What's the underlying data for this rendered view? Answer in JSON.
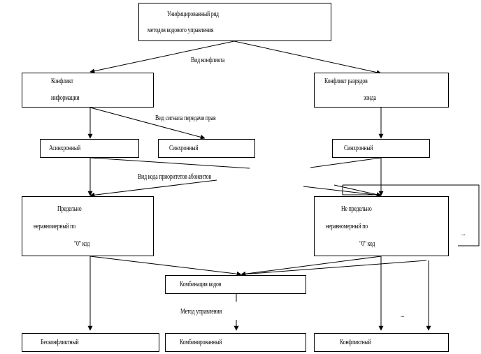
{
  "nodes": {
    "unified": {
      "line1": "Унифицированный ряд",
      "line2": "методов кодового управления"
    },
    "conflict_info": {
      "line1": "Конфликт",
      "line2": "информации"
    },
    "conflict_bits": {
      "line1": "Конфликт разрядов",
      "line2": "зонда"
    },
    "async": {
      "label": "Асинхронный"
    },
    "sync_mid": {
      "label": "Синхронный"
    },
    "sync_right": {
      "label": "Синхронный"
    },
    "limit_left": {
      "line1": "Предельно",
      "line2": "неравномерный по",
      "line3": "\"0\" код"
    },
    "limit_right": {
      "line1": "Не предельно",
      "line2": "неравномерный по",
      "line3": "\"0\" код"
    },
    "combo_codes": {
      "label": "Комбинация кодов"
    },
    "conflictless": {
      "label": "Бесконфликтный"
    },
    "combined": {
      "label": "Комбинированный"
    },
    "conflicting": {
      "label": "Конфликтный"
    }
  },
  "edge_labels": {
    "conflict_type": "Вид конфликта",
    "signal_type": "Вид сигнала передачи прав",
    "priority_code": "Вид кода приоритетов абонентов",
    "control_method": "Метод управления"
  },
  "ellipses": {
    "small_box": "...",
    "bottom": "..."
  }
}
